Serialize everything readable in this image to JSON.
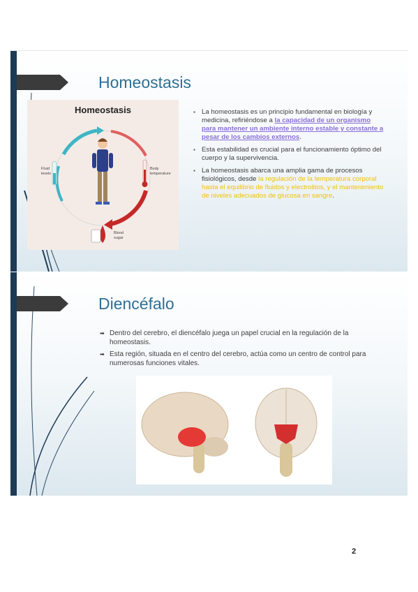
{
  "slide1": {
    "title": "Homeostasis",
    "image": {
      "title": "Homeostasis",
      "fluid_label": "Fluid levels",
      "body_temp_label": "Body temperature",
      "blood_sugar_label": "Blood sugar"
    },
    "bullets": [
      {
        "pre": "La homeostasis es un principio fundamental en biología y medicina, refiriéndose a ",
        "link": "la capacidad de un organismo para mantener un ambiente interno estable y constante a pesar de los cambios externos",
        "post": "."
      },
      {
        "text": "Esta estabilidad es crucial para el funcionamiento óptimo del cuerpo y la supervivencia."
      },
      {
        "pre": "La homeostasis abarca una amplia gama de procesos fisiológicos, desde ",
        "highlight": "la regulación de la temperatura corporal hasta el equilibrio de fluidos y electrolitos, y el mantenimiento de niveles adecuados de glucosa en sangre",
        "post": "."
      }
    ]
  },
  "slide2": {
    "title": "Diencéfalo",
    "bullets": [
      "Dentro del cerebro, el diencéfalo juega un papel crucial en la regulación de la homeostasis.",
      "Esta región, situada en el centro del cerebro, actúa como un centro de control para numerosas funciones vitales."
    ]
  },
  "page_number": "2",
  "colors": {
    "title": "#2f6f95",
    "link": "#8b6fd6",
    "highlight": "#f2c200",
    "sidebar": "#1d3b55"
  }
}
